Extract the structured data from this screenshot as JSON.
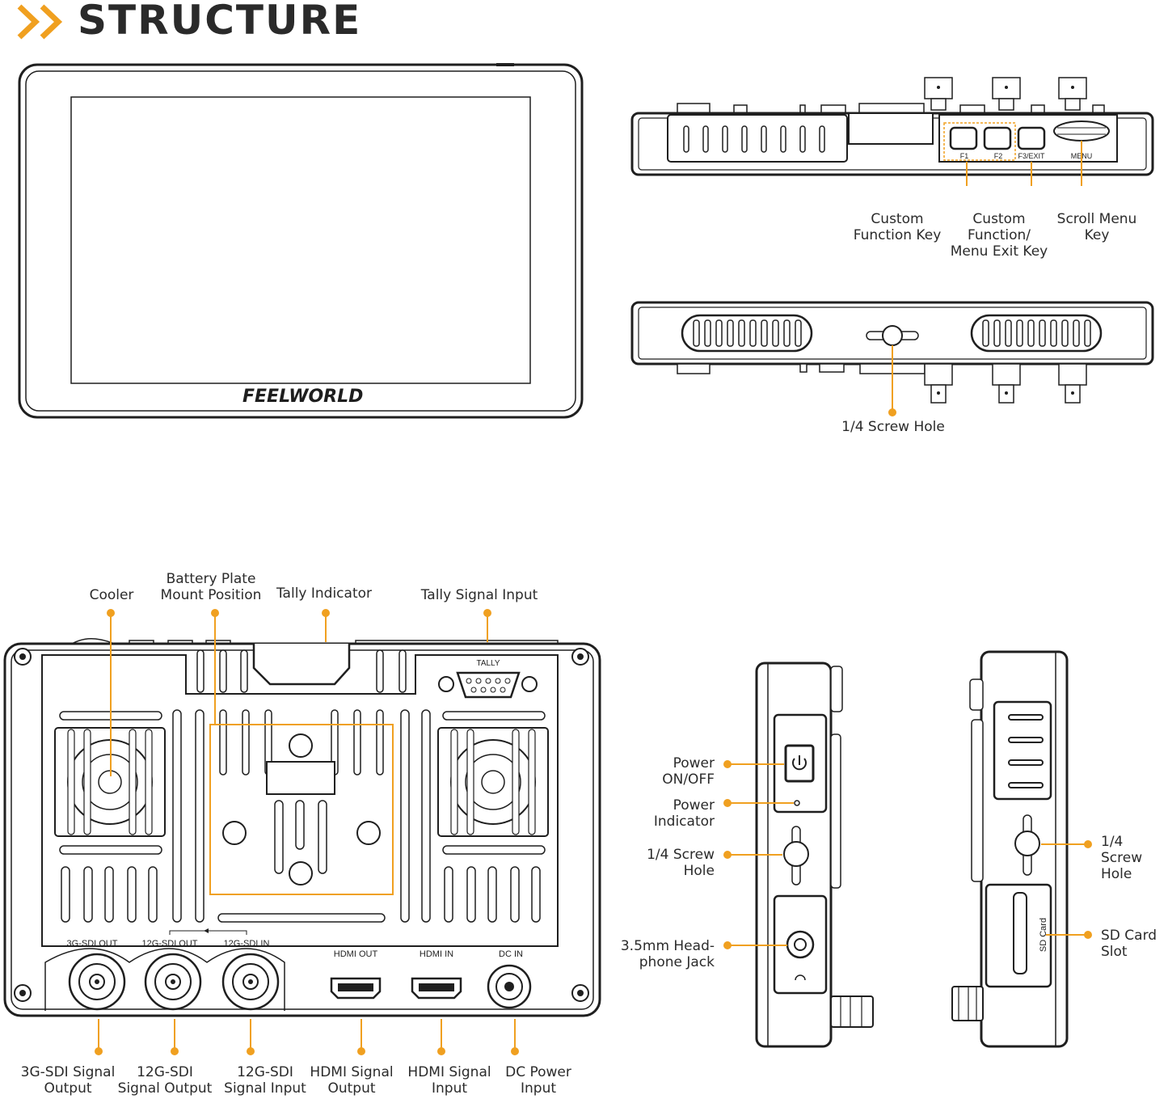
{
  "header": {
    "title": "STRUCTURE"
  },
  "front": {
    "brand": "FEELWORLD"
  },
  "top_view": {
    "keys": {
      "f1": "F1",
      "f2": "F2",
      "f3": "F3/EXIT",
      "menu": "MENU"
    },
    "callouts": {
      "custom_function_key": "Custom\nFunction Key",
      "custom_function_menu_exit": "Custom Function/\nMenu Exit Key",
      "scroll_menu_key": "Scroll Menu\nKey"
    }
  },
  "bottom_view": {
    "callouts": {
      "screw_hole": "1/4 Screw Hole"
    }
  },
  "rear_view": {
    "callouts": {
      "cooler": "Cooler",
      "battery_plate": "Battery Plate\nMount Position",
      "tally_indicator": "Tally Indicator",
      "tally_signal_input": "Tally Signal Input",
      "sdi3g_out": "3G-SDI Signal\nOutput",
      "sdi12g_out": "12G-SDI\nSignal Output",
      "sdi12g_in": "12G-SDI\nSignal Input",
      "hdmi_out": "HDMI Signal\nOutput",
      "hdmi_in": "HDMI  Signal\nInput",
      "dc_in": "DC Power\nInput"
    },
    "port_labels": {
      "tally": "TALLY",
      "sdi3g_out": "3G-SDI OUT",
      "sdi12g_out": "12G-SDI OUT",
      "sdi12g_in": "12G-SDI IN",
      "hdmi_out": "HDMI OUT",
      "hdmi_in": "HDMI IN",
      "dc_in": "DC IN"
    }
  },
  "left_side": {
    "callouts": {
      "power_on_off": "Power\nON/OFF",
      "power_indicator": "Power\nIndicator",
      "screw_hole": "1/4 Screw\nHole",
      "headphone_jack": "3.5mm Head-\nphone Jack"
    }
  },
  "right_side": {
    "callouts": {
      "screw_hole": "1/4 Screw\nHole",
      "sd_card_slot": "SD Card\nSlot"
    },
    "sd_label": "SD Card"
  },
  "colors": {
    "accent": "#f0a020",
    "line": "#1f1f1f",
    "text": "#2b2b2b"
  }
}
